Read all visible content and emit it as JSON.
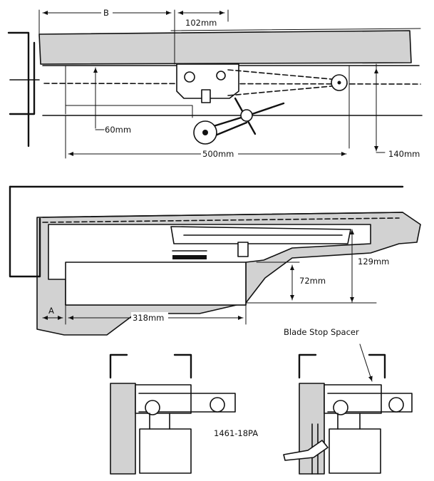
{
  "labels": {
    "dim_b": "B",
    "dim_102": "102mm",
    "dim_60": "60mm",
    "dim_500": "500mm",
    "dim_140": "140mm",
    "dim_129": "129mm",
    "dim_72": "72mm",
    "dim_a": "A",
    "dim_318": "318mm",
    "blade_stop_spacer": "Blade Stop Spacer",
    "part_number": "1461-18PA"
  }
}
